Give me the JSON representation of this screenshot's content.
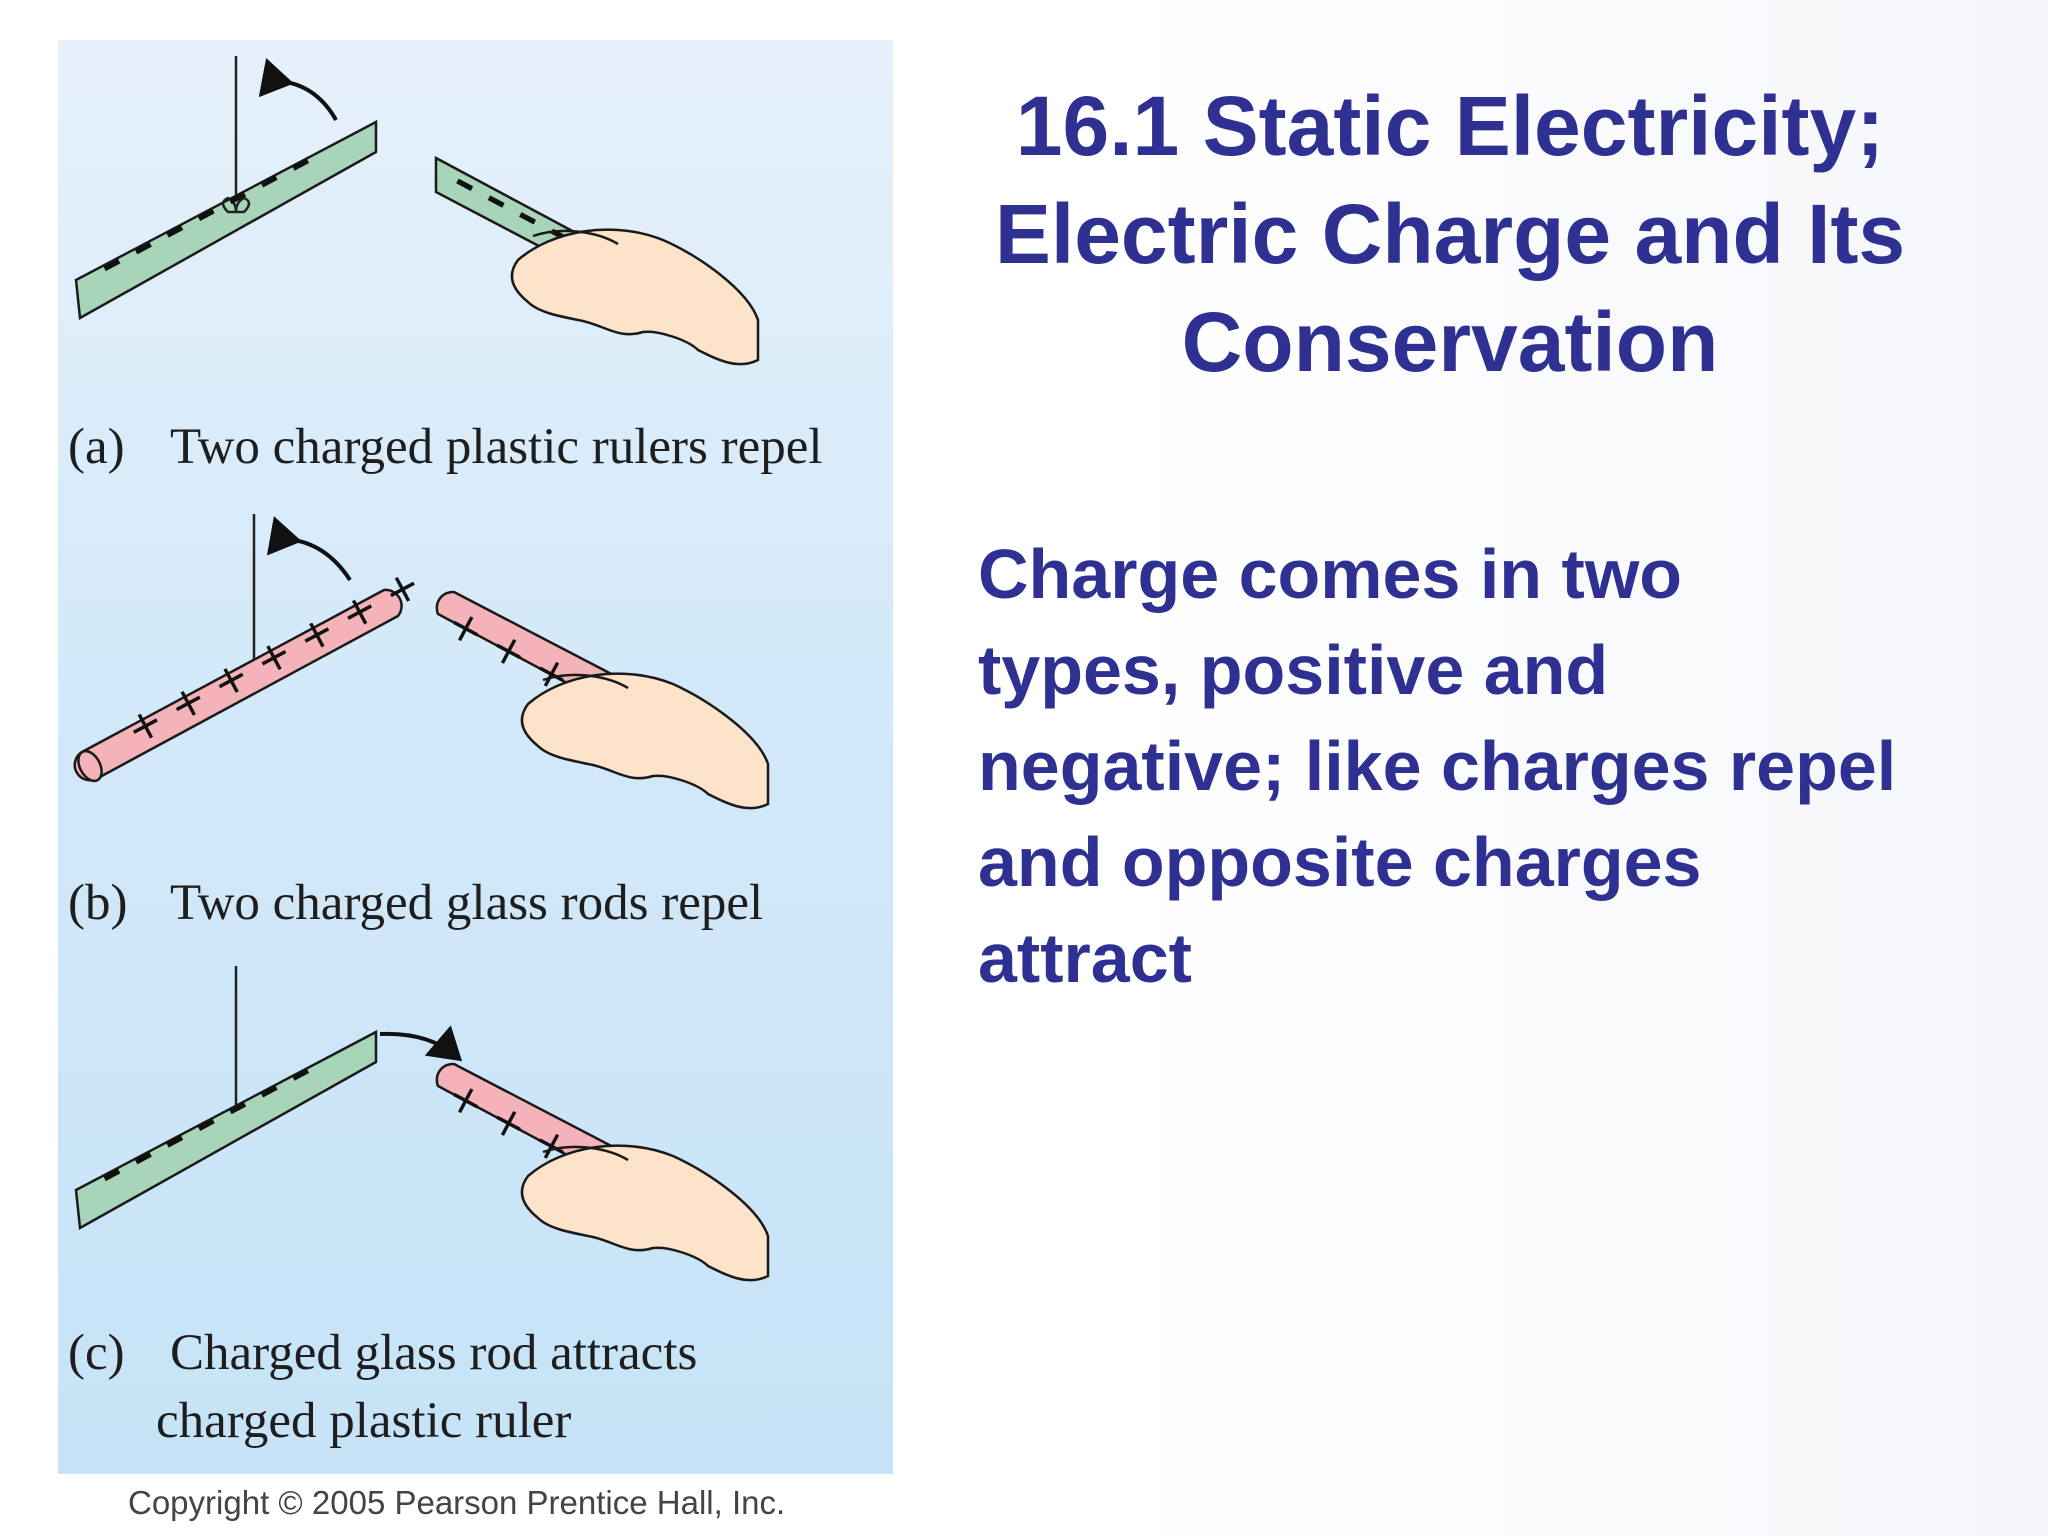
{
  "figure": {
    "captions": {
      "a": {
        "tag": "(a)",
        "text": "Two charged plastic rulers repel"
      },
      "b": {
        "tag": "(b)",
        "text": "Two charged glass rods repel"
      },
      "c": {
        "tag": "(c)",
        "text": "Charged glass rod attracts",
        "line2": "charged plastic ruler"
      }
    },
    "copyright": "Copyright © 2005 Pearson Prentice Hall, Inc.",
    "symbols": {
      "negative": "−",
      "positive": "+"
    },
    "colors": {
      "ruler": "#a8d5b9",
      "rod": "#f4b3b8",
      "hand": "#fde3c9",
      "outline": "#1a1a1a"
    }
  },
  "slide": {
    "title": "16.1 Static Electricity; Electric Charge and Its Conservation",
    "body": "Charge comes in two types, positive and negative; like charges repel and opposite charges attract",
    "text_color": "#2e3192"
  }
}
